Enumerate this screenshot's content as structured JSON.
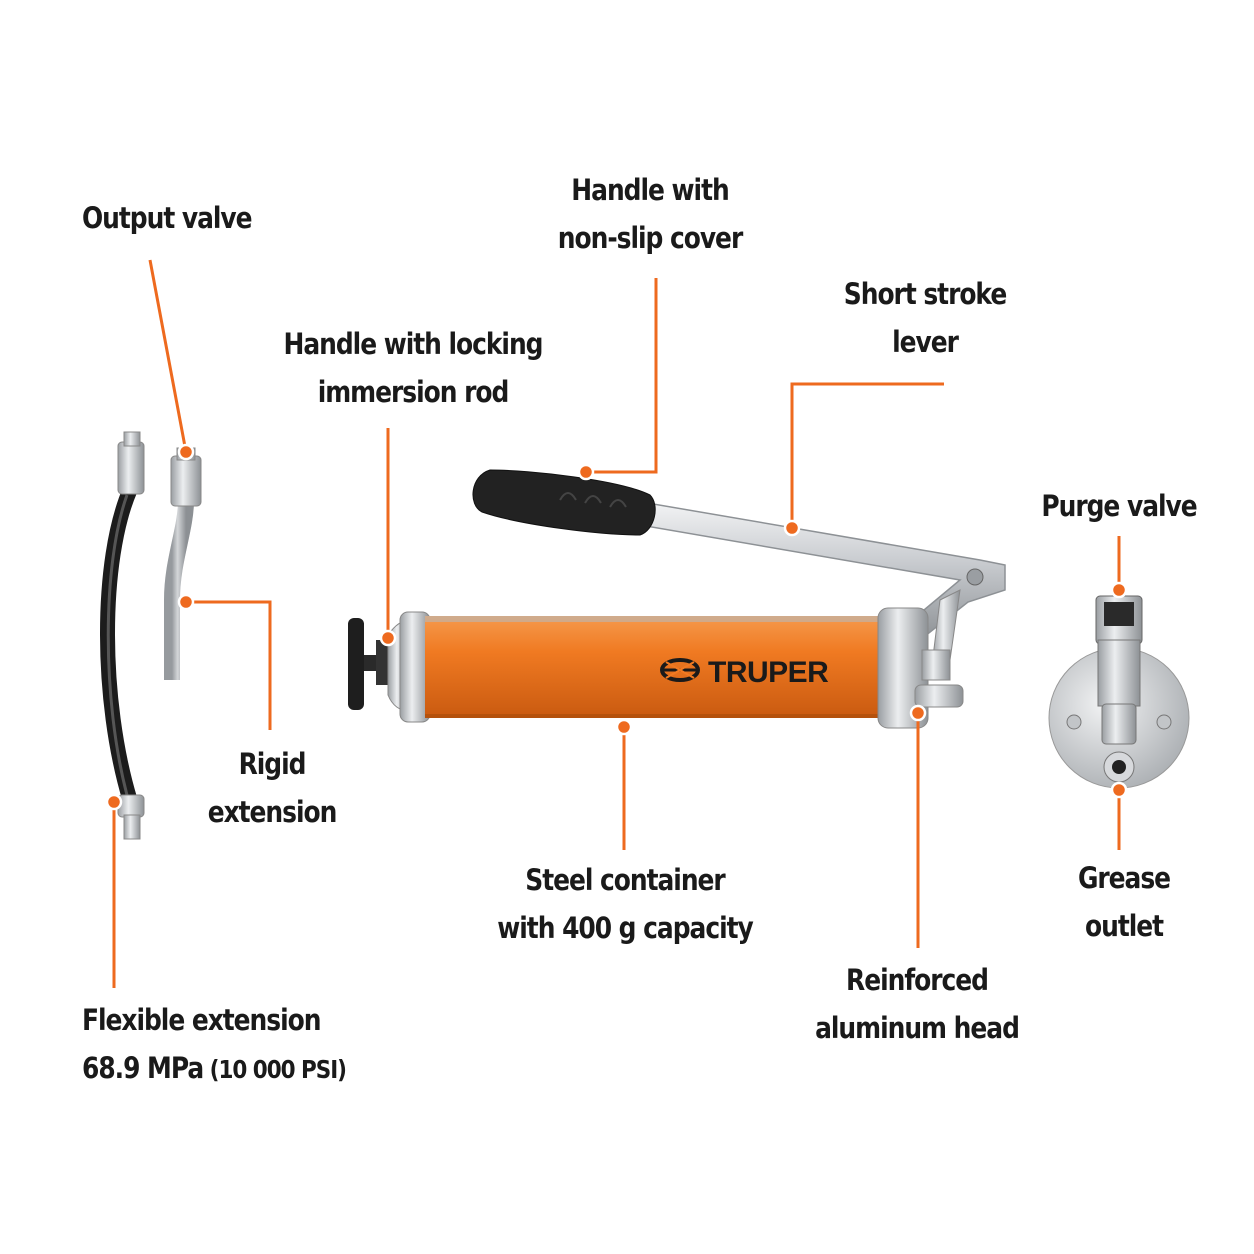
{
  "colors": {
    "accent": "#ee6a1f",
    "container": "#f07a22",
    "hose": "#1c1c1c",
    "grip": "#222222",
    "metal": "#c9ccd0",
    "text": "#1a1a1a"
  },
  "brand": {
    "name": "TRUPER",
    "logo_icon": "truper-logo-icon"
  },
  "labels": {
    "output_valve": {
      "line1": "Output valve"
    },
    "handle_nonslip": {
      "line1": "Handle with",
      "line2": "non-slip cover"
    },
    "short_stroke": {
      "line1": "Short stroke",
      "line2": "lever"
    },
    "handle_locking": {
      "line1": "Handle with locking",
      "line2": "immersion rod"
    },
    "purge_valve": {
      "line1": "Purge valve"
    },
    "rigid_extension": {
      "line1": "Rigid",
      "line2": "extension"
    },
    "steel_container": {
      "line1": "Steel container",
      "line2": "with 400 g capacity"
    },
    "grease_outlet": {
      "line1": "Grease",
      "line2": "outlet"
    },
    "reinforced_head": {
      "line1": "Reinforced",
      "line2": "aluminum head"
    },
    "flexible_extension": {
      "line1": "Flexible extension",
      "line2a": "68.9 MPa",
      "line2b": " (10 000 PSI)"
    }
  }
}
